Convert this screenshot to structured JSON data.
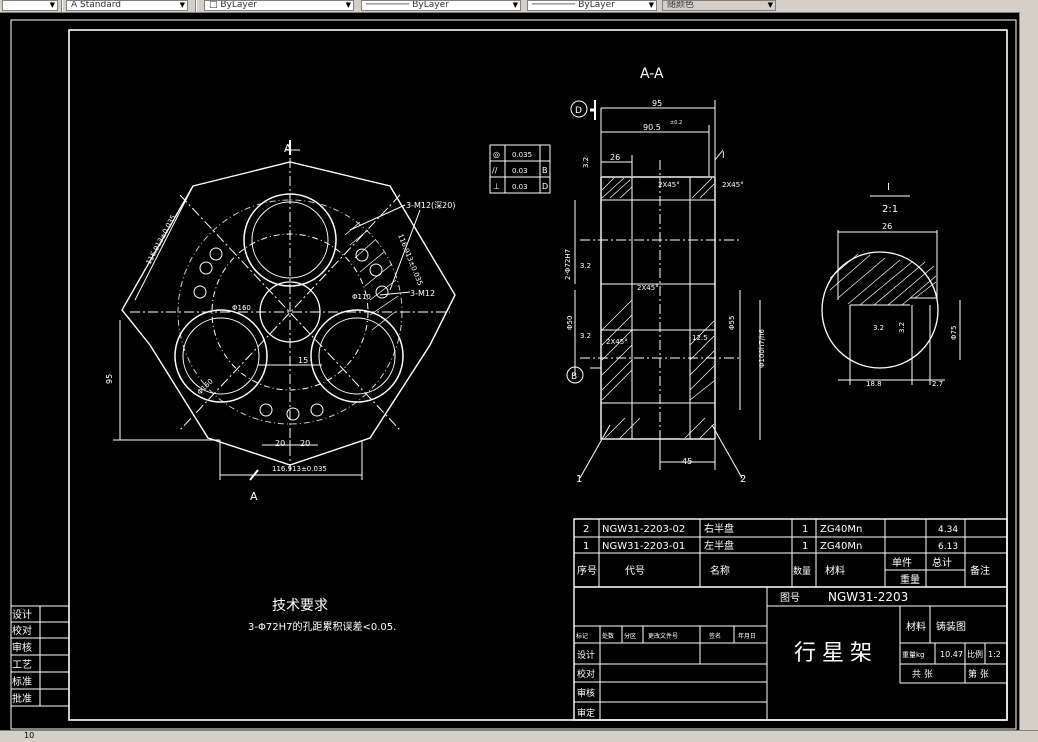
{
  "toolbar": {
    "textstyle": "Standard",
    "layer": "ByLayer",
    "linetype": "ByLayer",
    "lineweight": "ByLayer",
    "plotstyle": "随颜色"
  },
  "views": {
    "section_title": "A-A",
    "detail_title": "I",
    "detail_scale": "2:1",
    "section_mark": "A",
    "datum_d": "D",
    "datum_b": "B",
    "detail_ref": "I"
  },
  "dims": {
    "d95_top": "95",
    "d905": "90.5",
    "d905_tol": "±0.2",
    "d26": "26",
    "d32a": "3.2",
    "chamfer1": "2X45°",
    "chamfer2": "2X45°",
    "chamfer3": "2X45°",
    "chamfer4": "2X45°",
    "d2phi72": "2-Φ72H7",
    "d32b": "3.2",
    "d32c": "3.2",
    "phi55": "Φ55",
    "phi100": "Φ100h7/h6",
    "d125": "12.5",
    "phi50": "Φ50",
    "d45": "45",
    "det26": "26",
    "det32a": "3.2",
    "det32b": "3.2",
    "det75": "Φ75",
    "det188": "18.8",
    "det27": "2.7",
    "hole_m12_deep": "3-M12(深20)",
    "hole_m12": "3-M12",
    "len116a": "116.913±0.035",
    "len116b": "116.913±0.035",
    "len116c": "116.913±0.035",
    "phi160": "Φ160",
    "phi110": "Φ110",
    "r95": "95",
    "d15": "15",
    "d20a": "20",
    "d20b": "20",
    "phi160b": "Φ160"
  },
  "tolerance": {
    "rows": [
      {
        "sym": "◎",
        "val": "0.035",
        "ref": ""
      },
      {
        "sym": "//",
        "val": "0.03",
        "ref": "B"
      },
      {
        "sym": "⊥",
        "val": "0.03",
        "ref": "D"
      }
    ]
  },
  "notes": {
    "title": "技术要求",
    "line1": "3-Φ72H7的孔距累积误差<0.05."
  },
  "parts": [
    {
      "no": "2",
      "code": "NGW31-2203-02",
      "name": "右半盘",
      "qty": "1",
      "material": "ZG40Mn",
      "unit_wt": "",
      "total_wt": "4.34"
    },
    {
      "no": "1",
      "code": "NGW31-2203-01",
      "name": "左半盘",
      "qty": "1",
      "material": "ZG40Mn",
      "unit_wt": "",
      "total_wt": "6.13"
    }
  ],
  "bom_header": {
    "no": "序号",
    "code": "代号",
    "name": "名称",
    "qty": "数量",
    "material": "材料",
    "unit": "单件",
    "total": "总计",
    "weight": "重量",
    "remark": "备注"
  },
  "title_block": {
    "drawing_no_label": "图号",
    "drawing_no": "NGW31-2203",
    "part_name": "行星架",
    "material_label": "材料",
    "material": "铸装图",
    "weight_label": "重量kg",
    "weight": "10.47",
    "scale_label": "比例",
    "scale": "1:2",
    "sheets_total": "共 张",
    "sheet_no": "第 张",
    "rev_headers": [
      "标记",
      "处数",
      "分区",
      "更改文件号",
      "签名",
      "年月日"
    ],
    "roles": [
      "设计",
      "校对",
      "审核",
      "审定"
    ]
  },
  "left_block": {
    "rows": [
      "设计",
      "校对",
      "审核",
      "工艺",
      "标准",
      "批准"
    ]
  },
  "leaders": {
    "l1": "1",
    "l2": "2"
  },
  "status": {
    "coord": "10"
  }
}
